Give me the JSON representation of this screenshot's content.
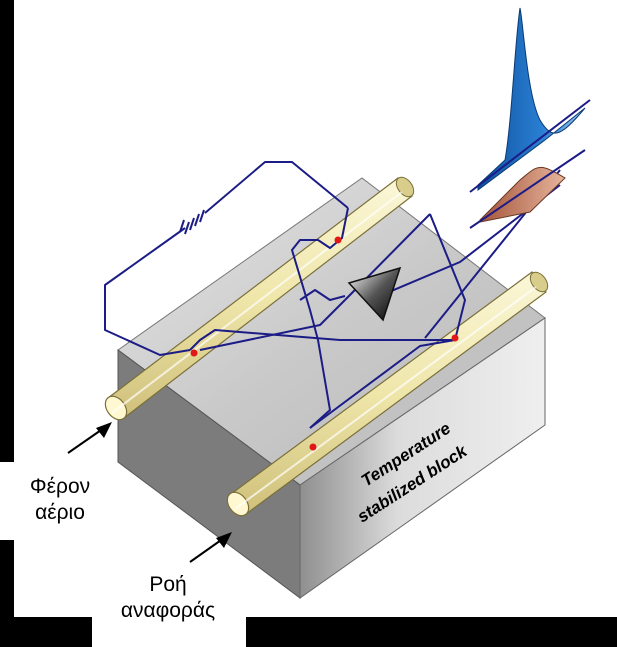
{
  "labels": {
    "carrier_gas_line1": "Φέρον",
    "carrier_gas_line2": "αέριο",
    "reference_flow_line1": "Ροή",
    "reference_flow_line2": "αναφοράς",
    "block_line1": "Temperature",
    "block_line2": "stabilized block"
  },
  "colors": {
    "background": "#000000",
    "block_top": "#cfcfcf",
    "tube": "#f3ecb8",
    "wire": "#1c1c86",
    "peak_blue": "#1f6fc4",
    "peak_brown": "#c97a5a",
    "filament_dot": "#e01818"
  },
  "icons": {
    "detector": "triangle-detector-icon",
    "battery": "resistor-coil-icon",
    "arrow": "flow-arrow-icon"
  }
}
